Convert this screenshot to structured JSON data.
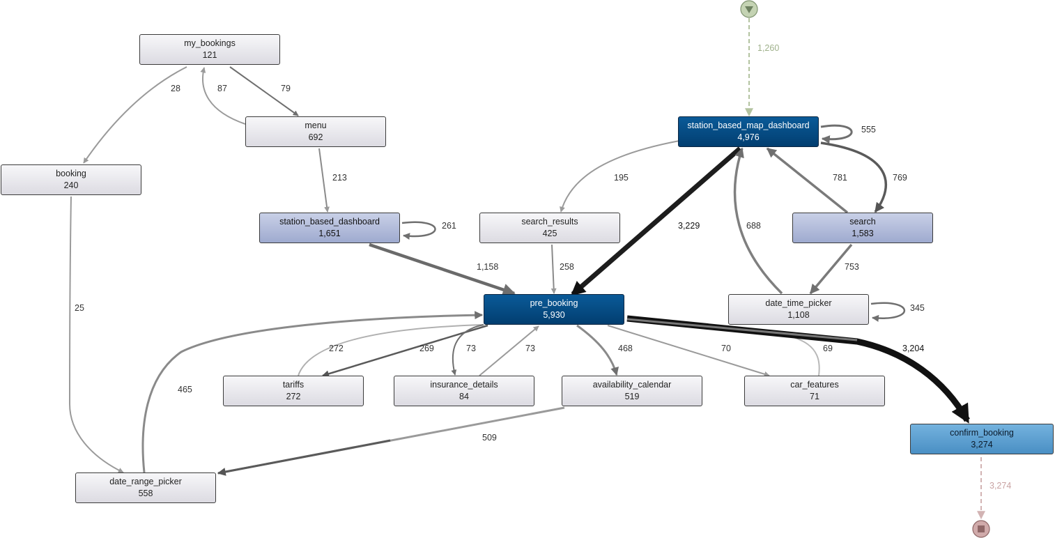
{
  "nodes": {
    "my_bookings": {
      "name": "my_bookings",
      "count": "121"
    },
    "menu": {
      "name": "menu",
      "count": "692"
    },
    "booking": {
      "name": "booking",
      "count": "240"
    },
    "station_based_dashboard": {
      "name": "station_based_dashboard",
      "count": "1,651"
    },
    "search_results": {
      "name": "search_results",
      "count": "425"
    },
    "station_based_map_dashboard": {
      "name": "station_based_map_dashboard",
      "count": "4,976"
    },
    "search": {
      "name": "search",
      "count": "1,583"
    },
    "pre_booking": {
      "name": "pre_booking",
      "count": "5,930"
    },
    "date_time_picker": {
      "name": "date_time_picker",
      "count": "1,108"
    },
    "tariffs": {
      "name": "tariffs",
      "count": "272"
    },
    "insurance_details": {
      "name": "insurance_details",
      "count": "84"
    },
    "availability_calendar": {
      "name": "availability_calendar",
      "count": "519"
    },
    "car_features": {
      "name": "car_features",
      "count": "71"
    },
    "confirm_booking": {
      "name": "confirm_booking",
      "count": "3,274"
    },
    "date_range_picker": {
      "name": "date_range_picker",
      "count": "558"
    }
  },
  "edges": [
    {
      "from": "start",
      "to": "station_based_map_dashboard",
      "label": "1,260"
    },
    {
      "from": "my_bookings",
      "to": "booking",
      "label": "28"
    },
    {
      "from": "menu",
      "to": "my_bookings",
      "label": "87"
    },
    {
      "from": "my_bookings",
      "to": "menu",
      "label": "79"
    },
    {
      "from": "menu",
      "to": "station_based_dashboard",
      "label": "213"
    },
    {
      "from": "booking",
      "to": "date_range_picker",
      "label": "25"
    },
    {
      "from": "station_based_dashboard",
      "to": "station_based_dashboard",
      "label": "261"
    },
    {
      "from": "station_based_dashboard",
      "to": "pre_booking",
      "label": "1,158"
    },
    {
      "from": "station_based_map_dashboard",
      "to": "station_based_map_dashboard",
      "label": "555"
    },
    {
      "from": "station_based_map_dashboard",
      "to": "search_results",
      "label": "195"
    },
    {
      "from": "station_based_map_dashboard",
      "to": "pre_booking",
      "label": "3,229"
    },
    {
      "from": "date_time_picker",
      "to": "station_based_map_dashboard",
      "label": "688"
    },
    {
      "from": "search",
      "to": "station_based_map_dashboard",
      "label": "781"
    },
    {
      "from": "station_based_map_dashboard",
      "to": "search",
      "label": "769"
    },
    {
      "from": "search_results",
      "to": "pre_booking",
      "label": "258"
    },
    {
      "from": "search",
      "to": "date_time_picker",
      "label": "753"
    },
    {
      "from": "date_time_picker",
      "to": "date_time_picker",
      "label": "345"
    },
    {
      "from": "tariffs",
      "to": "pre_booking",
      "label": "272"
    },
    {
      "from": "pre_booking",
      "to": "tariffs",
      "label": "269"
    },
    {
      "from": "pre_booking",
      "to": "insurance_details",
      "label": "73"
    },
    {
      "from": "insurance_details",
      "to": "pre_booking",
      "label": "73"
    },
    {
      "from": "pre_booking",
      "to": "availability_calendar",
      "label": "468"
    },
    {
      "from": "pre_booking",
      "to": "car_features",
      "label": "70"
    },
    {
      "from": "car_features",
      "to": "pre_booking",
      "label": "69"
    },
    {
      "from": "pre_booking",
      "to": "confirm_booking",
      "label": "3,204"
    },
    {
      "from": "date_range_picker",
      "to": "pre_booking",
      "label": "465"
    },
    {
      "from": "availability_calendar",
      "to": "date_range_picker",
      "label": "509"
    },
    {
      "from": "confirm_booking",
      "to": "end",
      "label": "3,274"
    }
  ],
  "colors": {
    "node_light": "#e6e5ea",
    "node_level1": "#aab4d6",
    "node_level2": "#5a9ccd",
    "node_level3": "#034a82",
    "start_marker": "#b9c9a8",
    "end_marker": "#c9a3a3",
    "start_edge": "#b3c3a0",
    "end_edge": "#d2b3b3"
  }
}
